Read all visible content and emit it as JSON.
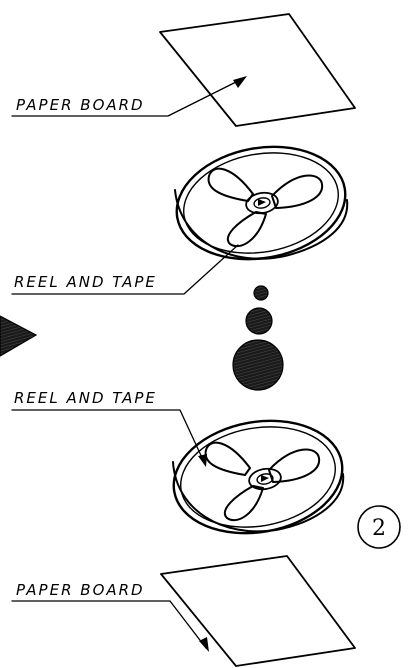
{
  "labels": {
    "top_board": "PAPER BOARD",
    "top_reel": "REEL AND TAPE",
    "bottom_reel": "REEL AND TAPE",
    "bottom_board": "PAPER BOARD"
  },
  "step_number": "2",
  "colors": {
    "ink": "#000000",
    "background": "#ffffff"
  }
}
